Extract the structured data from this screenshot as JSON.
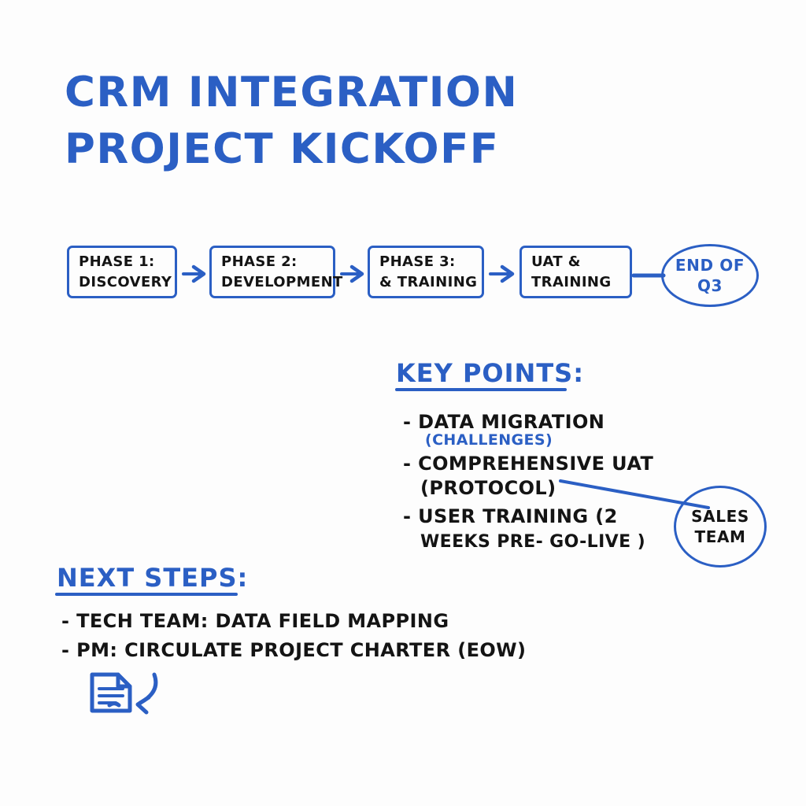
{
  "board": {
    "background_color": "#fdfdfd",
    "accent_color": "#2b5fc4",
    "ink_color": "#141414"
  },
  "title": {
    "line1": "CRM INTEGRATION",
    "line2": "PROJECT KICKOFF"
  },
  "flow": {
    "boxes": [
      {
        "line1": "PHASE 1:",
        "line2": "DISCOVERY"
      },
      {
        "line1": "PHASE 2:",
        "line2": "DEVELOPMENT"
      },
      {
        "line1": "PHASE 3:",
        "line2": "& TRAINING"
      },
      {
        "line1": "UAT &",
        "line2": "TRAINING"
      }
    ],
    "end_node": {
      "line1": "END OF",
      "line2": "Q3"
    }
  },
  "key_points": {
    "heading": "KEY POINTS:",
    "items": [
      {
        "main": "- DATA MIGRATION",
        "sub": "(CHALLENGES)"
      },
      {
        "main": "- COMPREHENSIVE UAT",
        "sub": "(PROTOCOL)"
      },
      {
        "main": "- USER TRAINING (2",
        "sub": "WEEKS PRE- GO-LIVE )"
      }
    ],
    "callout": {
      "line1": "SALES",
      "line2": "TEAM"
    }
  },
  "next_steps": {
    "heading": "NEXT STEPS:",
    "items": [
      "- TECH TEAM: DATA FIELD MAPPING",
      "- PM: CIRCULATE PROJECT CHARTER (EOW)"
    ]
  },
  "icons": {
    "document": "document-icon",
    "curved_arrow": "curved-arrow-icon"
  }
}
